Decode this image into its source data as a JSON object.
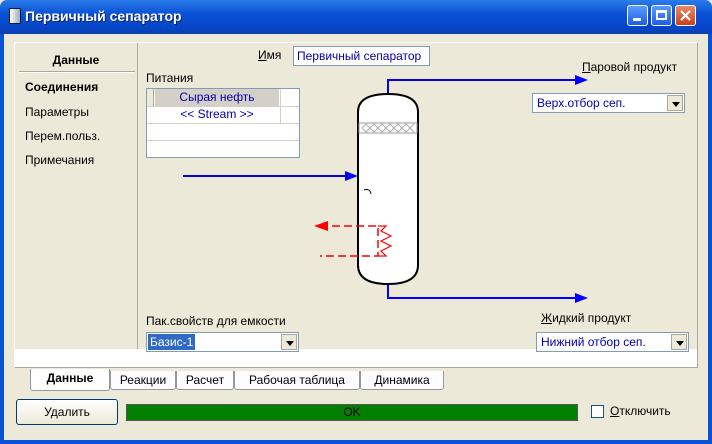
{
  "window": {
    "title": "Первичный сепаратор"
  },
  "nav": {
    "header": "Данные",
    "items": [
      "Соединения",
      "Параметры",
      "Перем.польз.",
      "Примечания"
    ]
  },
  "connections": {
    "name_label_underlined": "И",
    "name_label_rest": "мя",
    "name_value": "Первичный сепаратор",
    "feeds_label": "Питания",
    "feeds": [
      "Сырая нефть",
      "<< Stream >>"
    ],
    "vapour_label_underlined": "П",
    "vapour_label_rest": "аровой продукт",
    "vapour_value": "Верх.отбор сеп.",
    "liquid_label_underlined": "Ж",
    "liquid_label_rest": "идкий продукт",
    "liquid_value": "Нижний отбор сеп.",
    "property_package_label": "Пак.свойств для емкости",
    "property_package_value": "Базис-1"
  },
  "tabs": [
    "Данные",
    "Реакции",
    "Расчет",
    "Рабочая таблица",
    "Динамика"
  ],
  "footer": {
    "delete_label": "Удалить",
    "status_text": "OK",
    "disable_label_underlined": "О",
    "disable_label_rest": "тключить"
  },
  "colors": {
    "accent": "#0a52d6",
    "flow": "#0000ff",
    "energy": "#ff0000",
    "status_ok": "#008000"
  }
}
